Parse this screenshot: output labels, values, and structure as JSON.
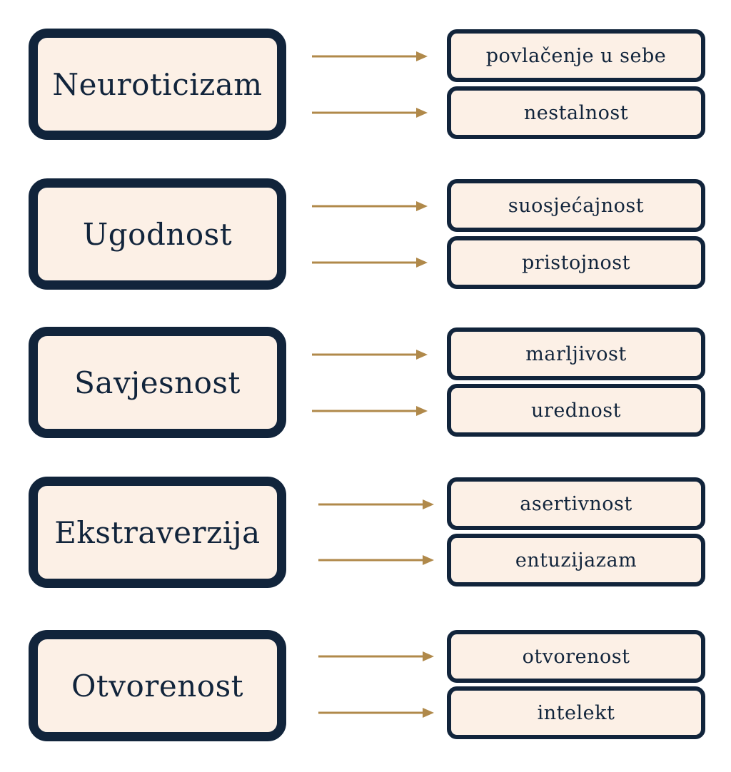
{
  "accent_color": "#b0894a",
  "border_color": "#11243b",
  "box_fill": "#fcf0e6",
  "groups": [
    {
      "title": "Neuroticizam",
      "items": [
        "povlačenje u sebe",
        "nestalnost"
      ]
    },
    {
      "title": "Ugodnost",
      "items": [
        "suosjećajnost",
        "pristojnost"
      ]
    },
    {
      "title": "Savjesnost",
      "items": [
        "marljivost",
        "urednost"
      ]
    },
    {
      "title": "Ekstraverzija",
      "items": [
        "asertivnost",
        "entuzijazam"
      ]
    },
    {
      "title": "Otvorenost",
      "items": [
        "otvorenost",
        "intelekt"
      ]
    }
  ]
}
